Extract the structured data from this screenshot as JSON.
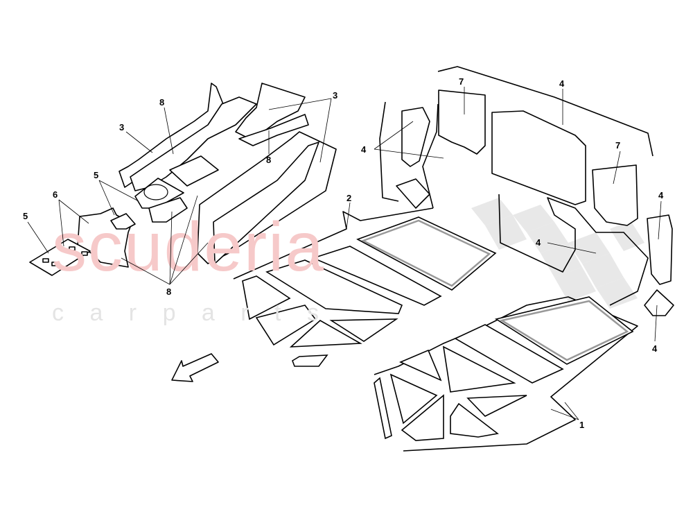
{
  "watermark": {
    "brand": "scuderia",
    "tagline": "c a r   p a r t s",
    "brand_color": "#f4c2c2",
    "flag_color": "#e6e6e6"
  },
  "diagram": {
    "callouts": [
      {
        "id": "3",
        "label": "3"
      },
      {
        "id": "3b",
        "label": "3"
      },
      {
        "id": "8",
        "label": "8"
      },
      {
        "id": "8b",
        "label": "8"
      },
      {
        "id": "8c",
        "label": "8"
      },
      {
        "id": "5",
        "label": "5"
      },
      {
        "id": "5b",
        "label": "5"
      },
      {
        "id": "6",
        "label": "6"
      },
      {
        "id": "2",
        "label": "2"
      },
      {
        "id": "7",
        "label": "7"
      },
      {
        "id": "7b",
        "label": "7"
      },
      {
        "id": "4",
        "label": "4"
      },
      {
        "id": "4b",
        "label": "4"
      },
      {
        "id": "4c",
        "label": "4"
      },
      {
        "id": "4d",
        "label": "4"
      },
      {
        "id": "4e",
        "label": "4"
      },
      {
        "id": "1",
        "label": "1"
      }
    ],
    "direction_arrow": "arrow-front-icon"
  }
}
